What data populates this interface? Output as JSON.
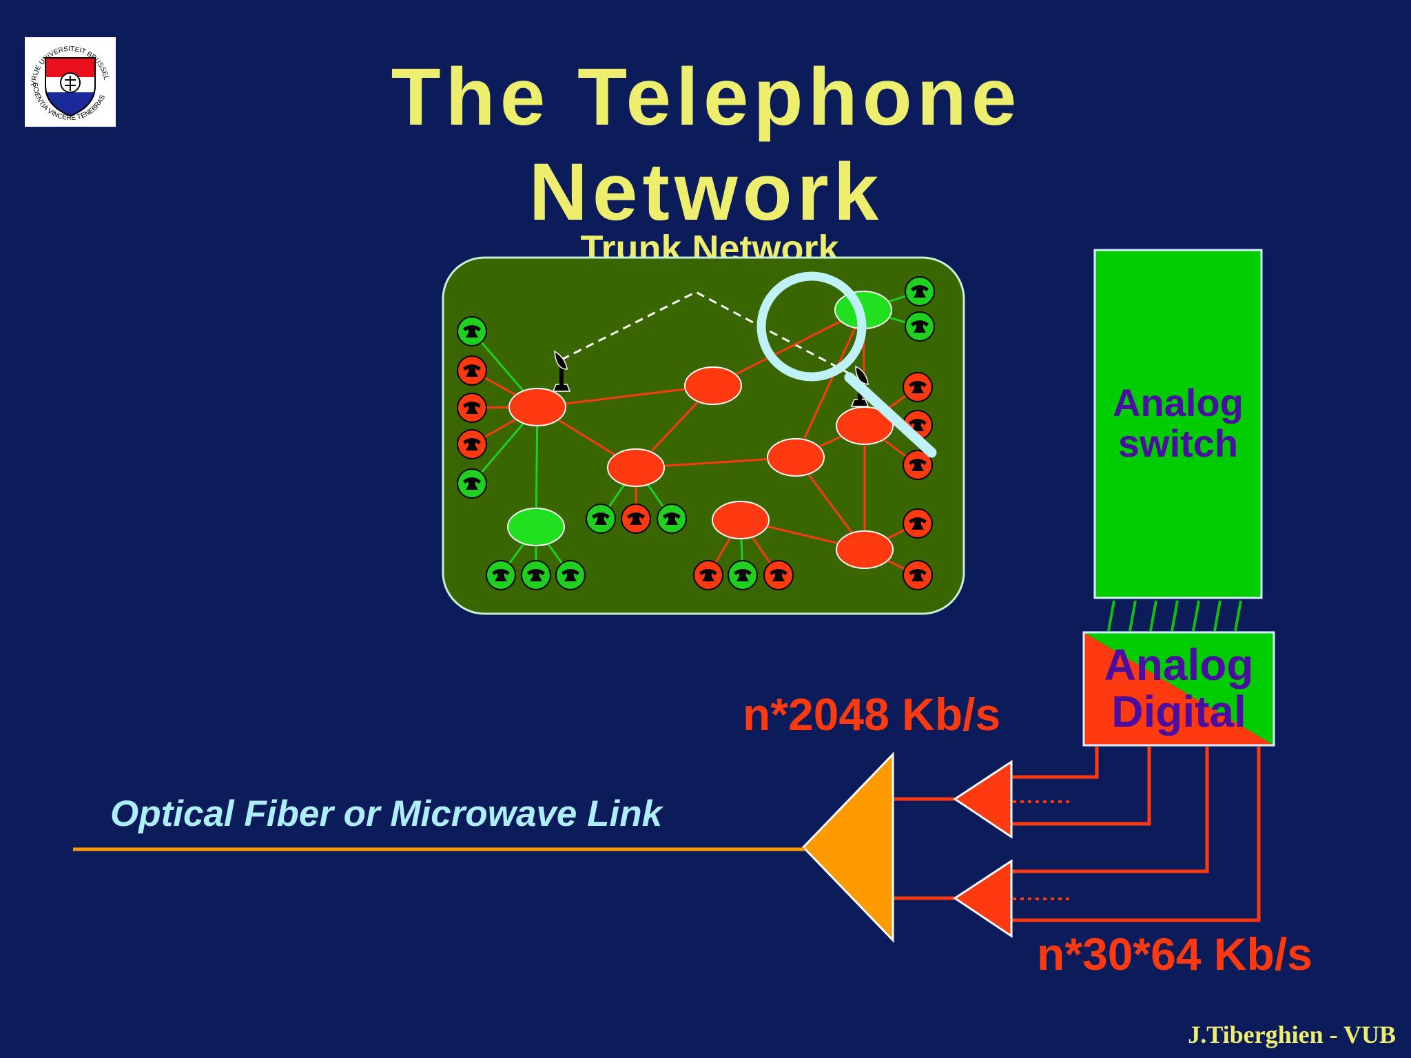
{
  "slide": {
    "title_line1": "The Telephone",
    "title_line2": "Network",
    "subtitle": "Trunk Network",
    "author": "J.Tiberghien - VUB"
  },
  "logo": {
    "motto_top": "VRIJE UNIVERSITEIT BRUSSEL",
    "motto_bottom": "SCIENTIA VINCERE TENEBRAS"
  },
  "switch": {
    "line1": "Analog",
    "line2": "switch"
  },
  "converter": {
    "line1": "Analog",
    "line2": "Digital"
  },
  "rates": {
    "high": "n*2048 Kb/s",
    "low": "n*30*64 Kb/s"
  },
  "link_label": "Optical Fiber or Microwave Link",
  "colors": {
    "background": "#0c1c5a",
    "title": "#eeee6e",
    "network_panel": "#3a6600",
    "switch_green": "#00cc00",
    "exchange_red": "#ff3a10",
    "amplifier_orange": "#ff9900",
    "link_text": "#aeeefa",
    "label_purple": "#4a0fa0"
  }
}
